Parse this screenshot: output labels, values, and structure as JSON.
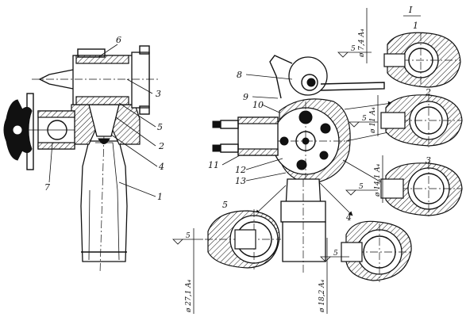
{
  "left_view": {
    "callouts": [
      "6",
      "3",
      "5",
      "2",
      "4",
      "7",
      "1"
    ]
  },
  "right_view": {
    "section_mark": "I",
    "callouts": [
      "8",
      "9",
      "10",
      "11",
      "12",
      "13"
    ],
    "section_numbers": [
      "1",
      "2",
      "3",
      "4",
      "5"
    ],
    "diameters": [
      "ø 7,4 A₄",
      "ø 11 A₄",
      "ø 14,1 A₄",
      "ø 18,2 A₄",
      "ø 27,1 A₄"
    ],
    "roughness_value": "5"
  }
}
